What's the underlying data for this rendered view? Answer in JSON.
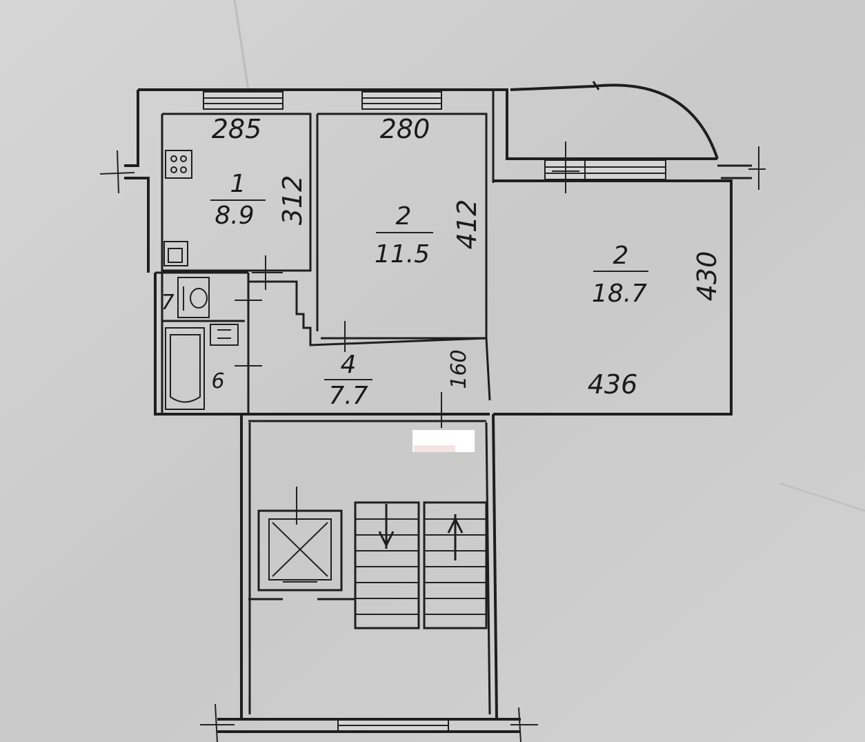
{
  "rooms": [
    {
      "id": "kitchen",
      "number": "1",
      "area": "8.9",
      "width": "285",
      "length": "312"
    },
    {
      "id": "room-middle",
      "number": "2",
      "area": "11.5",
      "width": "280",
      "length": "412"
    },
    {
      "id": "room-large",
      "number": "2",
      "area": "18.7",
      "width": "436",
      "length": "430"
    },
    {
      "id": "hall",
      "number": "4",
      "area": "7.7",
      "length": "160"
    }
  ],
  "small_rooms": [
    {
      "id": "toilet",
      "number": "7"
    },
    {
      "id": "bathroom",
      "number": "6"
    }
  ],
  "colors": {
    "paper": "#cfcfcf",
    "ink": "#1e1e1e",
    "redaction": "#ffffff"
  },
  "icons": [
    "stove-icon",
    "sink-icon",
    "toilet-icon",
    "bathtub-icon",
    "washbasin-icon",
    "elevator-icon",
    "stair-up-arrow-icon",
    "stair-down-arrow-icon"
  ]
}
